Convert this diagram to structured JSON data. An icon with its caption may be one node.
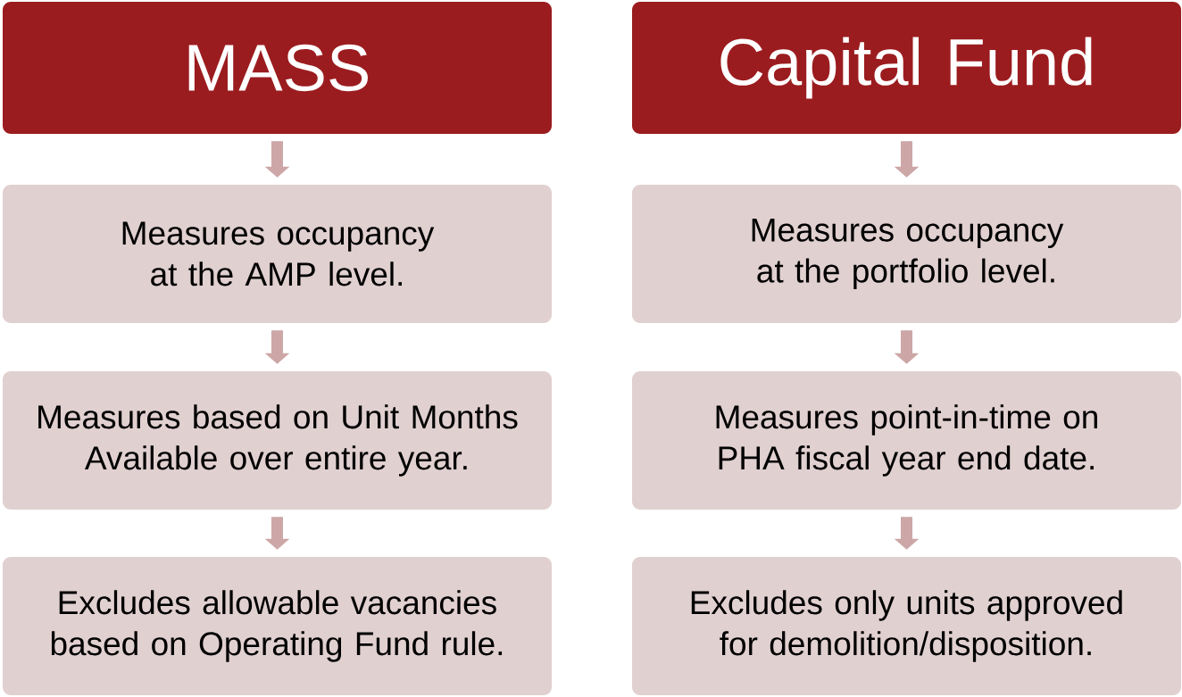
{
  "diagram": {
    "nodes": [
      {
        "text": [
          "MASS"
        ]
      },
      {
        "text": [
          "Measures occupancy at the AMP level."
        ]
      },
      {
        "text": [
          "Measures based on Unit Months Available over entire year."
        ]
      },
      {
        "text": [
          "Excludes allowable vacancies based on Operating Fund rule."
        ]
      },
      {
        "text": [
          "Capital Fund"
        ]
      },
      {
        "text": [
          "Measures occupancy at the portfolio level."
        ]
      },
      {
        "text": [
          "Measures point-in-time on PHA fiscal year end date."
        ]
      },
      {
        "text": [
          "Excludes only units approved for demolition/disposition."
        ]
      }
    ],
    "edges": [
      {
        "from": 0,
        "to": 1,
        "arrow": "to"
      },
      {
        "from": 1,
        "to": 2,
        "arrow": "to"
      },
      {
        "from": 2,
        "to": 3,
        "arrow": "to"
      },
      {
        "from": 4,
        "to": 5,
        "arrow": "to"
      },
      {
        "from": 5,
        "to": 6,
        "arrow": "to"
      },
      {
        "from": 6,
        "to": 7,
        "arrow": "to"
      }
    ]
  }
}
